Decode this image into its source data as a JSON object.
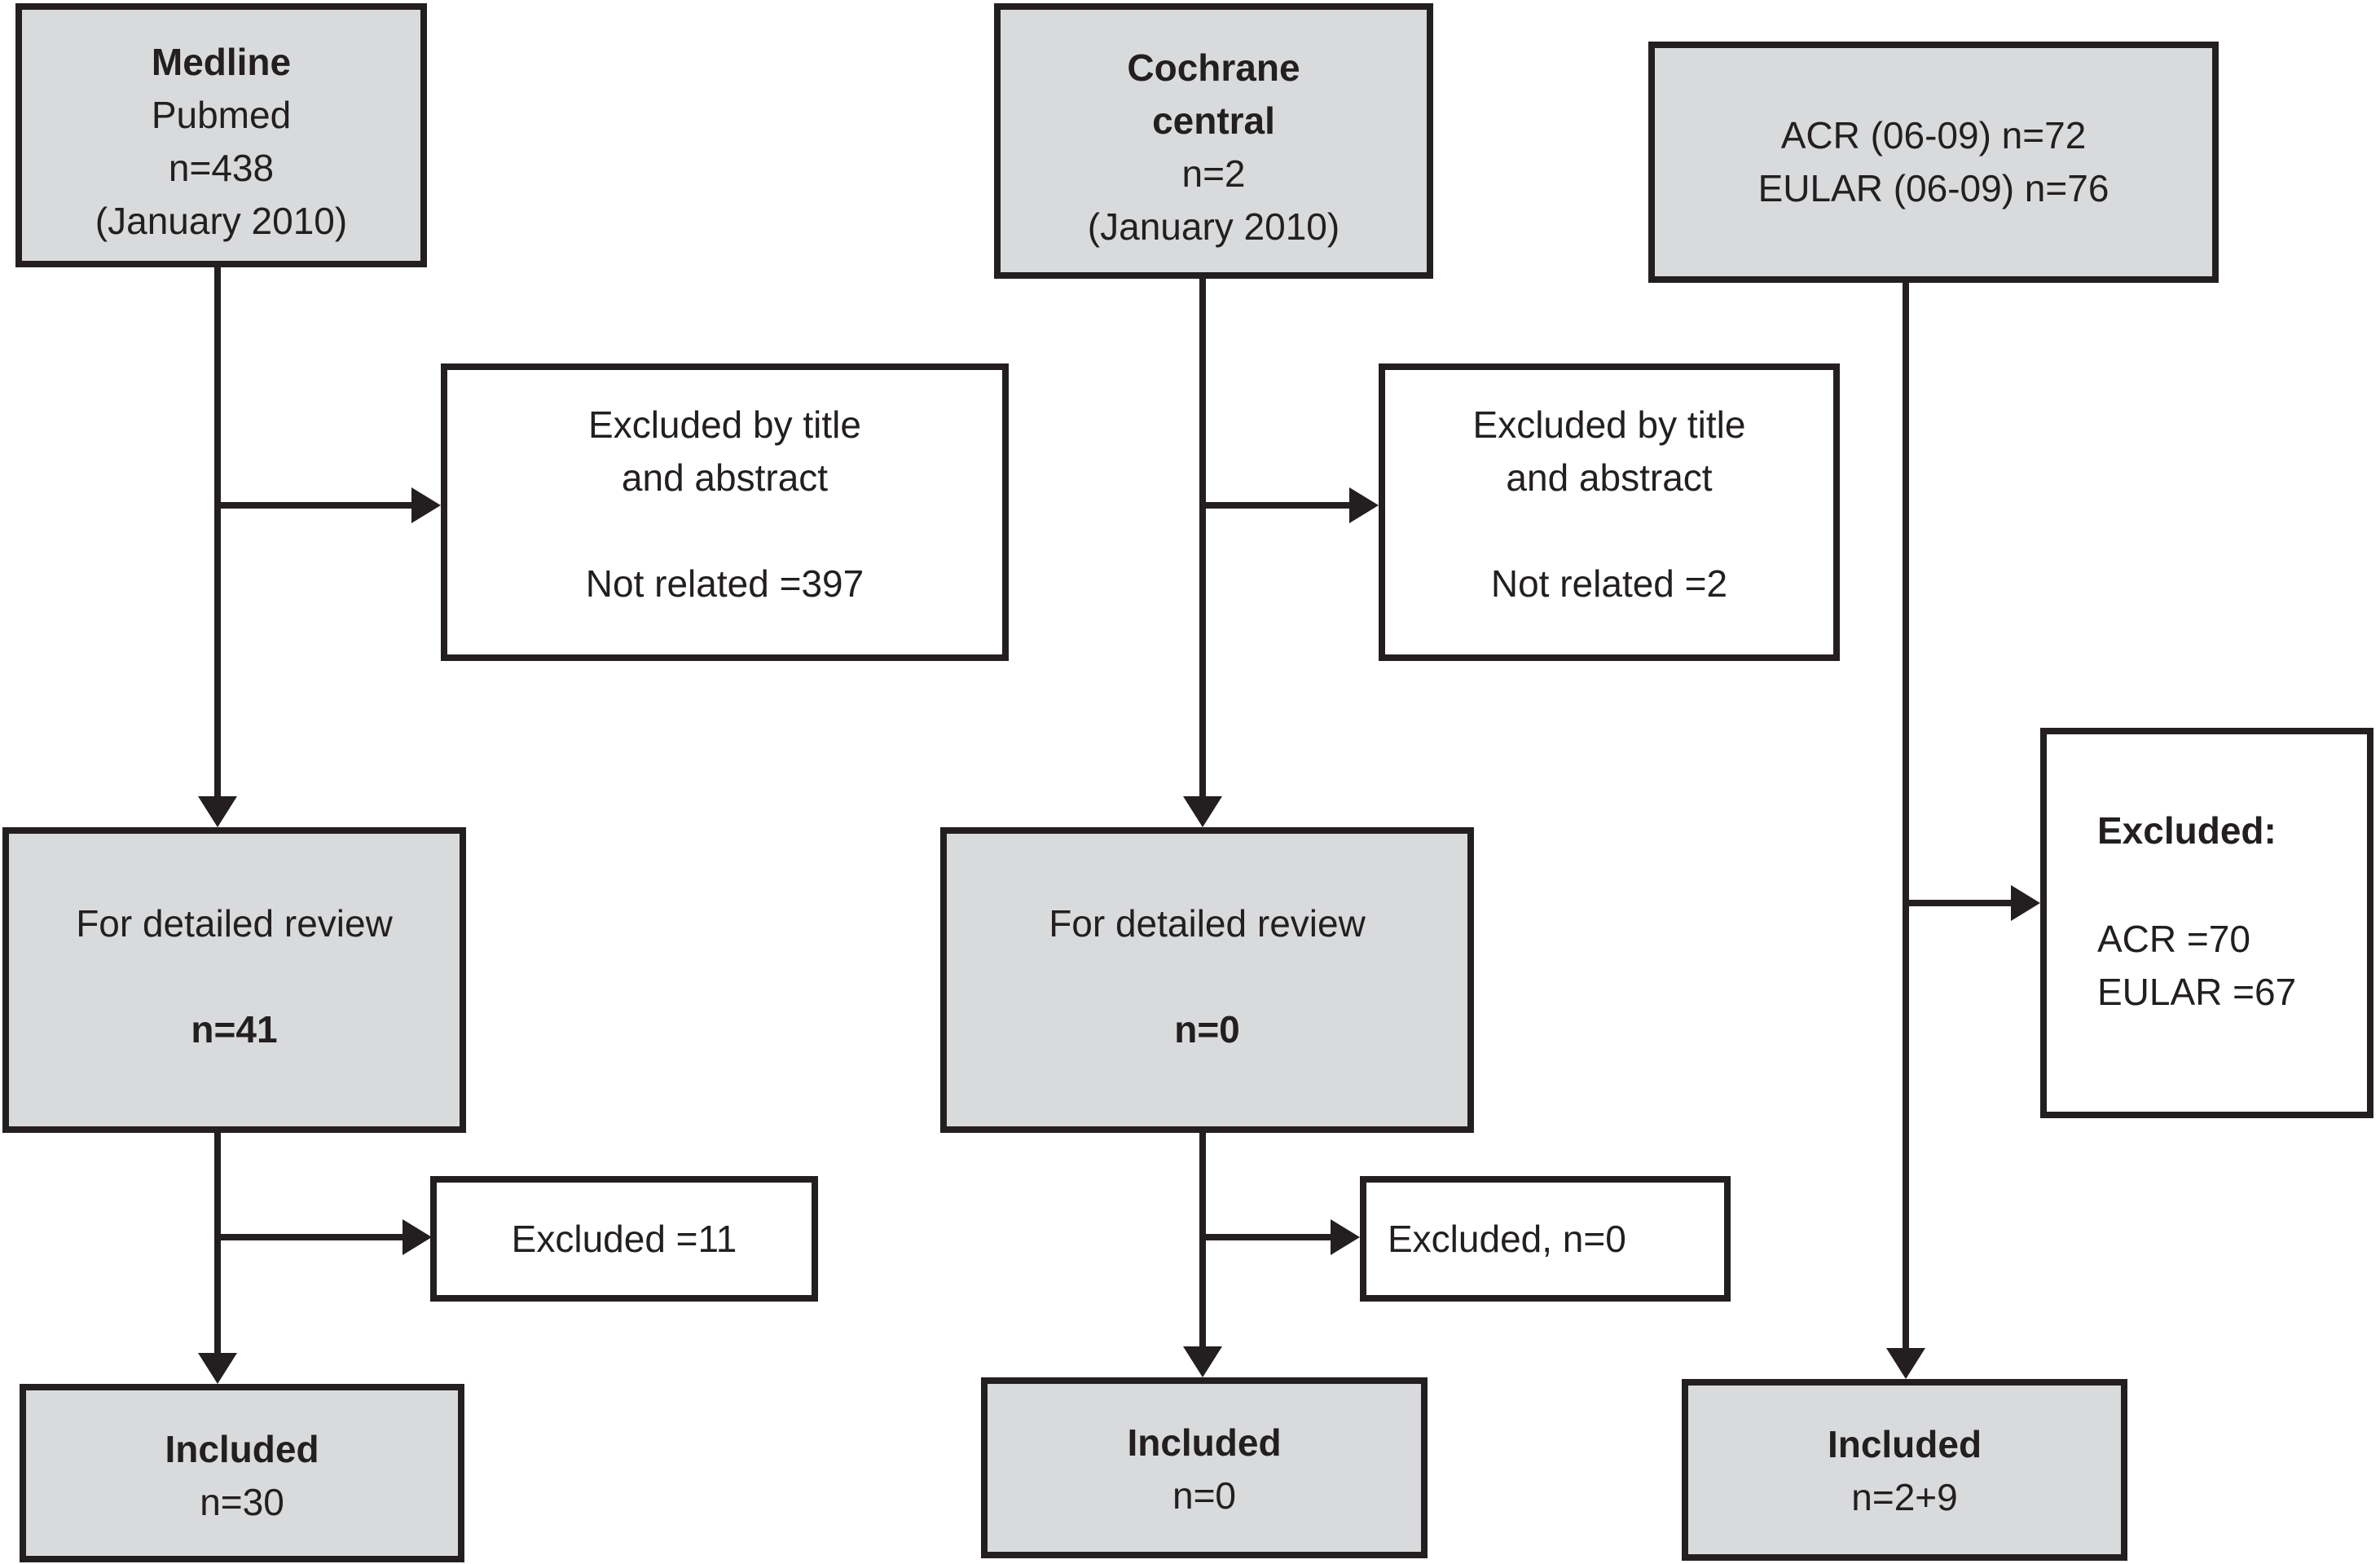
{
  "figure": {
    "type": "flow-diagram",
    "colors": {
      "box_fill_gray": "#d9dadb",
      "box_fill_white": "#ffffff",
      "line_and_border": "#231f20",
      "background": "#ffffff"
    },
    "boxes": {
      "medline_source": {
        "title": "Medline",
        "line2": "Pubmed",
        "line3": "n=438",
        "line4": "(January 2010)"
      },
      "cochrane_source": {
        "title_line1": "Cochrane",
        "title_line2": "central",
        "line3": "n=2",
        "line4": "(January 2010)"
      },
      "registry_source": {
        "line1": "ACR (06-09) n=72",
        "line2": "EULAR (06-09) n=76"
      },
      "medline_screen_excluded": {
        "line1": "Excluded by title",
        "line2": "and abstract",
        "line3": "Not related =397"
      },
      "cochrane_screen_excluded": {
        "line1": "Excluded by title",
        "line2": "and abstract",
        "line3": "Not related =2"
      },
      "medline_review": {
        "line1": "For detailed review",
        "line2": "n=41"
      },
      "cochrane_review": {
        "line1": "For detailed review",
        "line2": "n=0"
      },
      "registry_excluded": {
        "title": "Excluded:",
        "line1": "ACR =70",
        "line2": "EULAR =67"
      },
      "medline_review_excluded": {
        "line1": "Excluded =11"
      },
      "cochrane_review_excluded": {
        "line1": "Excluded, n=0"
      },
      "medline_included": {
        "title": "Included",
        "line2": "n=30"
      },
      "cochrane_included": {
        "title": "Included",
        "line2": "n=0"
      },
      "registry_included": {
        "title": "Included",
        "line2": "n=2+9"
      }
    }
  }
}
